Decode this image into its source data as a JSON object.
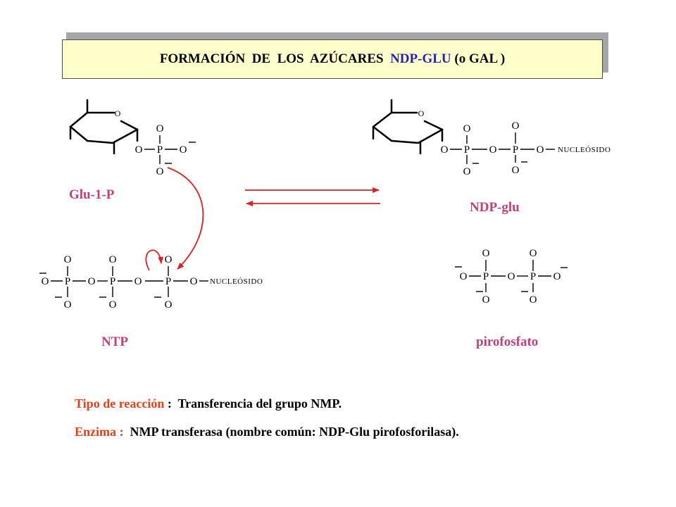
{
  "title": {
    "prefix": "FORMACIÓN  DE  LOS  AZÚCARES  ",
    "highlight": "NDP-GLU",
    "suffix": " (o GAL )"
  },
  "labels": {
    "glu1p": "Glu-1-P",
    "ndpglu": "NDP-glu",
    "ntp": "NTP",
    "pyrophosphate": "pirofosfato"
  },
  "atoms": {
    "O": "O",
    "P": "P",
    "nucleoside": "NUCLEÓSIDO"
  },
  "notes": {
    "reaction_type_label": "Tipo de reacción",
    "reaction_type_sep": " :  ",
    "reaction_type_value": "Transferencia del grupo NMP.",
    "enzyme_label": "Enzima :",
    "enzyme_value": "  NMP transferasa (nombre común: NDP-Glu pirofosforilasa)."
  },
  "colors": {
    "title_background": "#ffffcc",
    "title_highlight": "#2323b4",
    "label": "#c0407a",
    "arrow": "#e02020",
    "accent": "#e0401a"
  }
}
